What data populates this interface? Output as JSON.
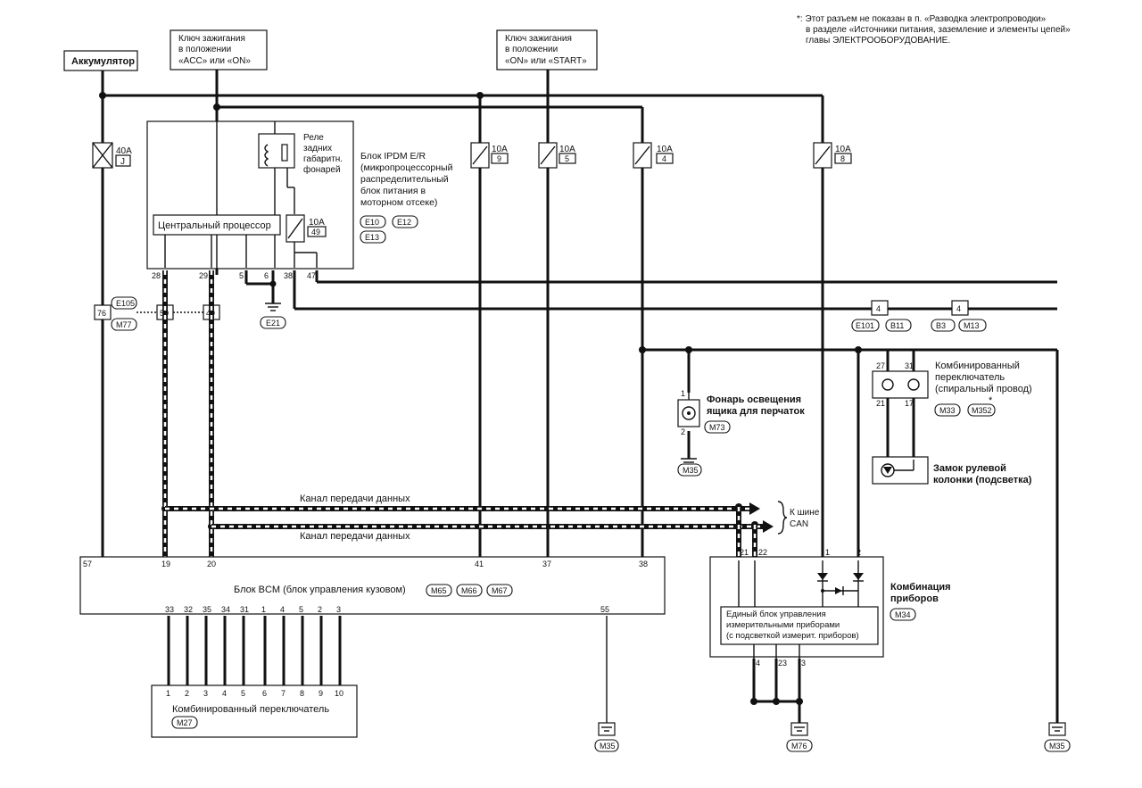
{
  "note": {
    "line1": "*: Этот разъем не показан в п. «Разводка электропроводки»",
    "line2": "в разделе «Источники питания, заземление и элементы цепей»",
    "line3": "главы ЭЛЕКТРООБОРУДОВАНИЕ."
  },
  "sources": {
    "battery": "Аккумулятор",
    "ign_acc_1": "Ключ зажигания",
    "ign_acc_2": "в положении",
    "ign_acc_3": "«ACC» или «ON»",
    "ign_start_1": "Ключ зажигания",
    "ign_start_2": "в положении",
    "ign_start_3": "«ON» или «START»"
  },
  "fuses": [
    {
      "amp": "40A",
      "id": "J"
    },
    {
      "amp": "10A",
      "id": "9"
    },
    {
      "amp": "10A",
      "id": "5"
    },
    {
      "amp": "10A",
      "id": "4"
    },
    {
      "amp": "10A",
      "id": "8"
    },
    {
      "amp": "10A",
      "id": "49"
    }
  ],
  "ipdm": {
    "relay_1": "Реле",
    "relay_2": "задних",
    "relay_3": "габаритн.",
    "relay_4": "фонарей",
    "cpu": "Центральный процессор",
    "title_1": "Блок IPDM E/R",
    "title_2": "(микропроцессорный",
    "title_3": "распределительный",
    "title_4": "блок питания в",
    "title_5": "моторном отсеке)",
    "conns": [
      "E10",
      "E12",
      "E13"
    ],
    "pins": [
      "28",
      "29",
      "5",
      "6",
      "38",
      "47"
    ]
  },
  "connectors": {
    "e105": "E105",
    "m77": "M77",
    "e21": "E21",
    "p76": "76",
    "p50": "50",
    "p49": "49",
    "e101": "E101",
    "b11": "B11",
    "b3": "B3",
    "m13": "M13",
    "p4a": "4",
    "p4b": "4"
  },
  "glovebox": {
    "l1": "Фонарь освещения",
    "l2": "ящика для перчаток",
    "conn": "M73",
    "p1": "1",
    "p2": "2"
  },
  "combi_spiral": {
    "l1": "Комбинированный",
    "l2": "переключатель",
    "l3": "(спиральный провод)",
    "conns": [
      "M33",
      "M352"
    ],
    "star": "*",
    "pins": [
      "27",
      "31",
      "21",
      "17"
    ]
  },
  "steering": {
    "l1": "Замок рулевой",
    "l2": "колонки (подсветка)"
  },
  "can": {
    "line1": "Канал передачи данных",
    "line2": "Канал передачи данных",
    "to1": "К шине",
    "to2": "CAN"
  },
  "bcm": {
    "title": "Блок BCM (блок управления кузовом)",
    "conns": [
      "M65",
      "M66",
      "M67"
    ],
    "top_pins": [
      "57",
      "19",
      "20",
      "41",
      "37",
      "38"
    ],
    "bottom_pins": [
      "33",
      "32",
      "35",
      "34",
      "31",
      "1",
      "4",
      "5",
      "2",
      "3"
    ],
    "pin55": "55"
  },
  "combi_switch": {
    "title": "Комбинированный переключатель",
    "conn": "M27",
    "pins": [
      "1",
      "2",
      "3",
      "4",
      "5",
      "6",
      "7",
      "8",
      "9",
      "10"
    ]
  },
  "meter": {
    "title_1": "Комбинация",
    "title_2": "приборов",
    "conn": "M34",
    "unit_1": "Единый блок управления",
    "unit_2": "измерительными приборами",
    "unit_3": "(с подсветкой измерит. приборов)",
    "pins_top": [
      "21",
      "22",
      "1",
      "2"
    ],
    "pins_bottom": [
      "4",
      "23",
      "3"
    ]
  },
  "grounds": [
    "M35",
    "M35",
    "M76",
    "M35"
  ]
}
